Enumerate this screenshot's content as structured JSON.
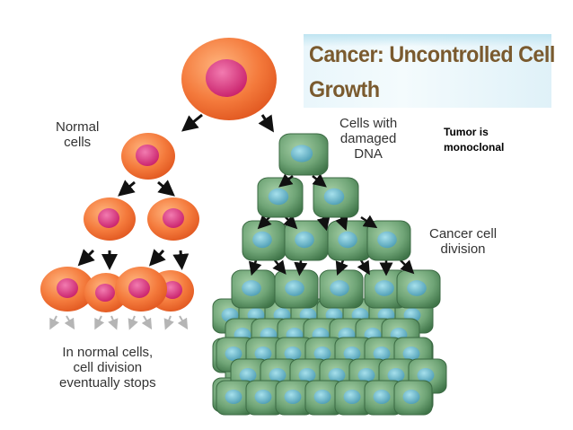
{
  "title": {
    "line1": "Cancer:  Uncontrolled Cell",
    "line2": "Growth"
  },
  "labels": {
    "normal_cells_1": "Normal",
    "normal_cells_2": "cells",
    "damaged_1": "Cells with",
    "damaged_2": "damaged",
    "damaged_3": "DNA",
    "tumor_1": "Tumor is",
    "tumor_2": "monoclonal",
    "cancer_div_1": "Cancer cell",
    "cancer_div_2": "division",
    "normal_stop_1": "In normal cells,",
    "normal_stop_2": "cell division",
    "normal_stop_3": "eventually stops"
  },
  "colors": {
    "normal_cell": "#f0763a",
    "normal_nucleus": "#d9307a",
    "cancer_cell": "#6fa476",
    "cancer_nucleus": "#6fb7c9",
    "title_text": "#7a5a2e",
    "arrow": "#111111"
  }
}
